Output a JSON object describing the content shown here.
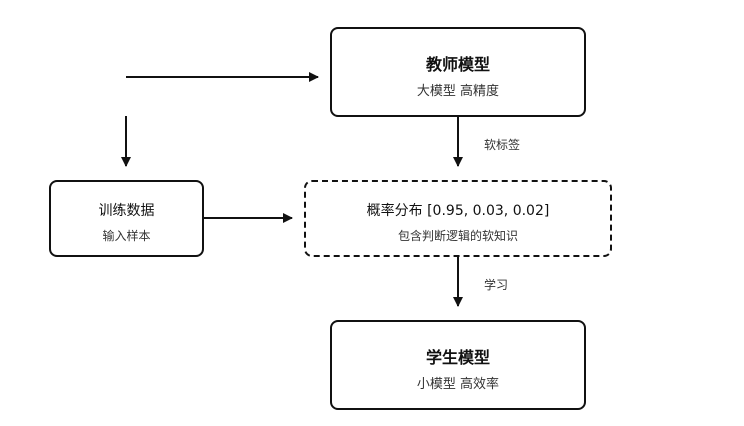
{
  "nodes": {
    "teacher": {
      "title": "教师模型",
      "subtitle": "大模型 高精度"
    },
    "data": {
      "title": "训练数据",
      "subtitle": "输入样本"
    },
    "prob": {
      "title": "概率分布 [0.95, 0.03, 0.02]",
      "subtitle": "包含判断逻辑的软知识"
    },
    "student": {
      "title": "学生模型",
      "subtitle": "小模型 高效率"
    }
  },
  "edges": {
    "soft_label": "软标签",
    "learn": "学习"
  }
}
